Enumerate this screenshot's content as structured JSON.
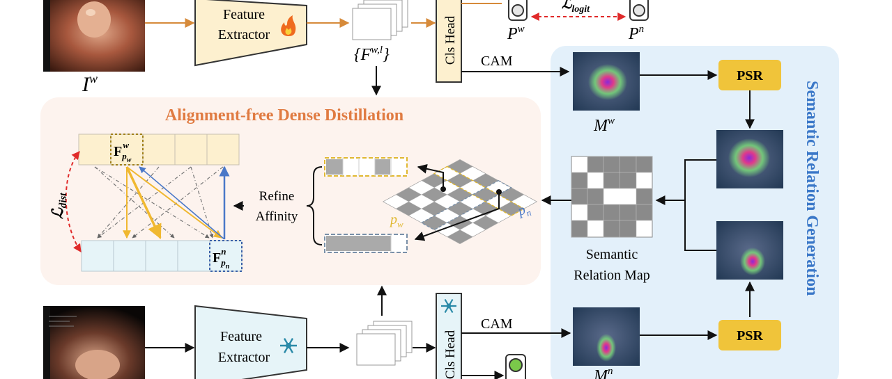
{
  "top_branch": {
    "image_label": "I",
    "image_label_sup": "w",
    "extractor_line1": "Feature",
    "extractor_line2": "Extractor",
    "extractor_icon": "fire-icon",
    "features_label": "{F",
    "features_sup": "w,l",
    "features_close": "}",
    "cls_head": "Cls Head",
    "prob_w": "P",
    "prob_w_sup": "w",
    "prob_n": "P",
    "prob_n_sup": "n",
    "loss_logit": "ℒ",
    "loss_logit_sub": "logit",
    "cam_label": "CAM"
  },
  "bottom_branch": {
    "extractor_line1": "Feature",
    "extractor_line2": "Extractor",
    "extractor_icon": "snowflake-icon",
    "cls_head": "Cls Head",
    "cam_label": "CAM"
  },
  "distillation": {
    "title": "Alignment-free Dense Distillation",
    "loss_dist": "ℒ",
    "loss_dist_sub": "dist",
    "feat_top": "F",
    "feat_top_sub": "p",
    "feat_top_subsub": "w",
    "feat_top_sup": "w",
    "feat_bottom": "F",
    "feat_bottom_sub": "p",
    "feat_bottom_subsub": "n",
    "feat_bottom_sup": "n",
    "refine_line1": "Refine",
    "refine_line2": "Affinity",
    "pw_label": "p",
    "pw_sub": "w",
    "pn_label": "p",
    "pn_sub": "n"
  },
  "semantic": {
    "title": "Semantic Relation Generation",
    "map_w": "M",
    "map_w_sup": "w",
    "map_n": "M",
    "map_n_sup": "n",
    "psr_top": "PSR",
    "psr_bottom": "PSR",
    "relation_line1": "Semantic",
    "relation_line2": "Relation Map"
  },
  "colors": {
    "extractor_top": "#fdf0cf",
    "extractor_bottom": "#e6f4f8",
    "distill_bg": "#fdf3ee",
    "distill_title": "#e07b42",
    "semantic_bg": "#e3f0fa",
    "semantic_title": "#3b78c8",
    "psr": "#f0c43a",
    "orange_arrow": "#d68a3a",
    "yellow_arrow": "#f0b830",
    "blue_arrow": "#4a78c8",
    "red_dash": "#e02a2a"
  }
}
